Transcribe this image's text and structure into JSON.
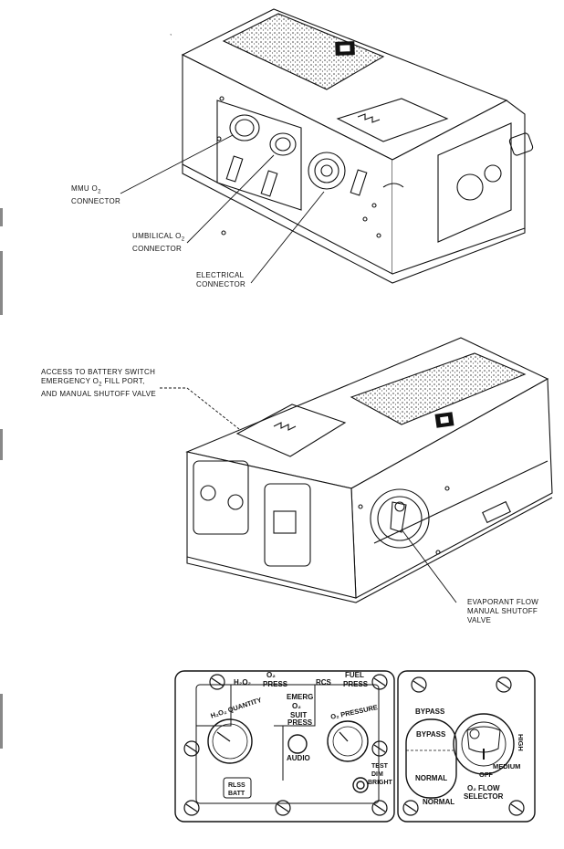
{
  "callouts": {
    "mmu_o2": {
      "line1": "MMU O",
      "sub": "2",
      "line2": "CONNECTOR"
    },
    "umbilical_o2": {
      "line1": "UMBILICAL O",
      "sub": "2",
      "line2": "CONNECTOR"
    },
    "electrical": {
      "line1": "ELECTRICAL",
      "line2": "CONNECTOR"
    },
    "battery_access": {
      "line1": "ACCESS TO BATTERY SWITCH",
      "line2a": "EMERGENCY O",
      "sub": "2",
      "line2b": " FILL PORT,",
      "line3": "AND MANUAL SHUTOFF VALVE"
    },
    "evaporant": {
      "line1": "EVAPORANT FLOW",
      "line2": "MANUAL SHUTOFF",
      "line3": "VALVE"
    }
  },
  "panel_left": {
    "h2o2": "H₂O₂",
    "o2_press_1": "O₂",
    "o2_press_2": "PRESS",
    "rcs": "RCS",
    "fuel_1": "FUEL",
    "fuel_2": "PRESS",
    "emerg_1": "EMERG",
    "emerg_2": "O₂",
    "suit_1": "SUIT",
    "suit_2": "PRESS",
    "h2o2_quantity": "H₂O₂ QUANTITY",
    "o2_pressure": "O₂ PRESSURE",
    "audio": "AUDIO",
    "rlss_1": "RLSS",
    "rlss_2": "BATT",
    "test": "TEST",
    "dim": "DIM",
    "bright": "BRIGHT"
  },
  "panel_right": {
    "bypass_top": "BYPASS",
    "bypass_inner": "BYPASS",
    "normal_inner": "NORMAL",
    "normal_bottom": "NORMAL",
    "high": "HIGH",
    "medium": "MEDIUM",
    "off": "OFF",
    "selector_1": "O₂ FLOW",
    "selector_2": "SELECTOR"
  }
}
